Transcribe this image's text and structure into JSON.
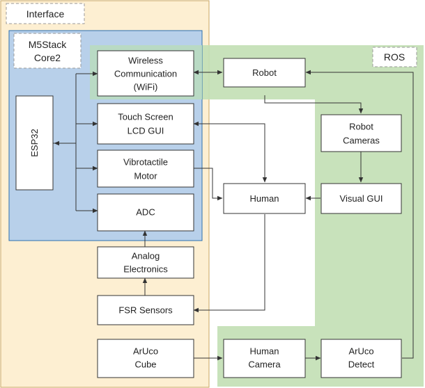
{
  "regions": {
    "interface": {
      "label": "Interface",
      "color": "#fdefd2"
    },
    "m5stack": {
      "label_line1": "M5Stack",
      "label_line2": "Core2",
      "color": "#b8d0ea"
    },
    "ros": {
      "label": "ROS",
      "color": "#c3e0b5"
    }
  },
  "blocks": {
    "esp32": "ESP32",
    "wireless": [
      "Wireless",
      "Communication",
      "(WiFi)"
    ],
    "touch": [
      "Touch Screen",
      "LCD GUI"
    ],
    "vibro": [
      "Vibrotactile",
      "Motor"
    ],
    "adc": "ADC",
    "analog": [
      "Analog",
      "Electronics"
    ],
    "fsr": "FSR Sensors",
    "aruco_cube": [
      "ArUco",
      "Cube"
    ],
    "robot": "Robot",
    "robot_cameras": [
      "Robot",
      "Cameras"
    ],
    "human": "Human",
    "visual_gui": "Visual GUI",
    "human_camera": [
      "Human",
      "Camera"
    ],
    "aruco_detect": [
      "ArUco",
      "Detect"
    ]
  },
  "colors": {
    "line": "#333333",
    "box_fill": "#ffffff",
    "box_border": "#333333",
    "tag_border": "#999999"
  }
}
